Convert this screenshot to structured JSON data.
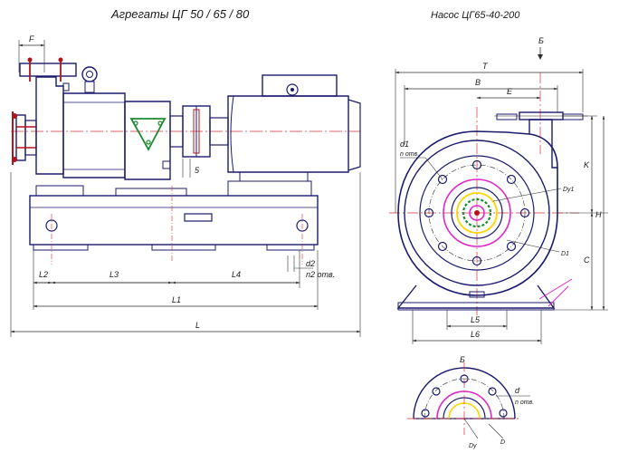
{
  "title_left": "Агрегаты ЦГ 50 / 65 / 80",
  "title_right": "Насос ЦГ65-40-200",
  "dims_side": {
    "F": "F",
    "five": "5",
    "L2": "L2",
    "L3": "L3",
    "L4": "L4",
    "L1": "L1",
    "L": "L",
    "d2": "d2",
    "n2_otv": "n2 отв."
  },
  "dims_front": {
    "view_B": "Б",
    "T": "T",
    "B": "B",
    "E": "E",
    "d1": "d1",
    "n_otv": "n отв.",
    "Dy1": "Dy1",
    "D1": "D1",
    "K": "K",
    "H": "H",
    "C": "C",
    "L5": "L5",
    "L6": "L6"
  },
  "dims_detail": {
    "view_B": "Б",
    "d": "d",
    "n_otv": "n отв.",
    "Dy": "Dy",
    "D": "D"
  },
  "colors": {
    "outline": "#1b1b6e",
    "dimension": "#2d2d2d",
    "axis_red": "#d6303a",
    "bolt_red": "#b3141c",
    "magenta": "#e026c8",
    "green": "#1c8a2e",
    "yellow": "#ffd400"
  }
}
